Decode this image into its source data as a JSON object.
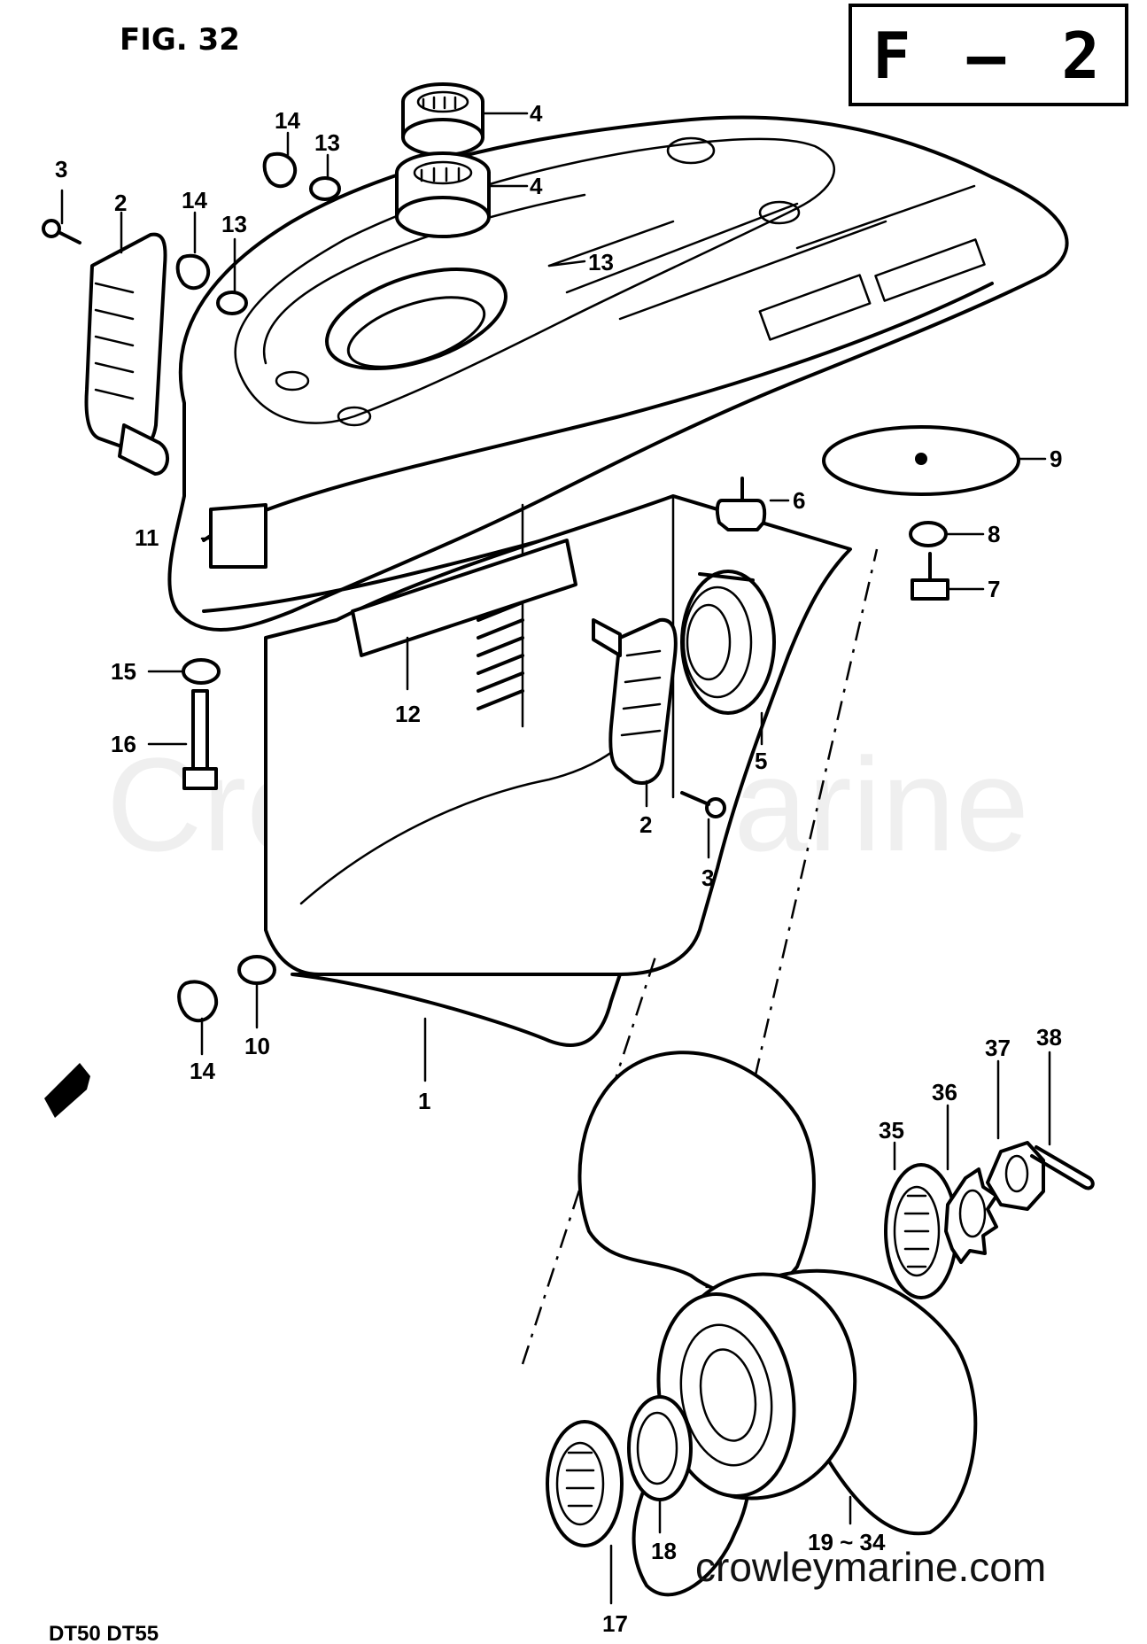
{
  "figure": "FIG. 32",
  "section": "F – 2",
  "watermark": "Crowley Marine",
  "website": "crowleymarine.com",
  "model": "DT50 DT55",
  "callouts": [
    "1",
    "2",
    "2",
    "3",
    "3",
    "4",
    "4",
    "5",
    "6",
    "7",
    "8",
    "9",
    "10",
    "11",
    "12",
    "13",
    "13",
    "13",
    "14",
    "14",
    "14",
    "15",
    "16",
    "17",
    "18",
    "19 ~ 34",
    "35",
    "36",
    "37",
    "38"
  ]
}
